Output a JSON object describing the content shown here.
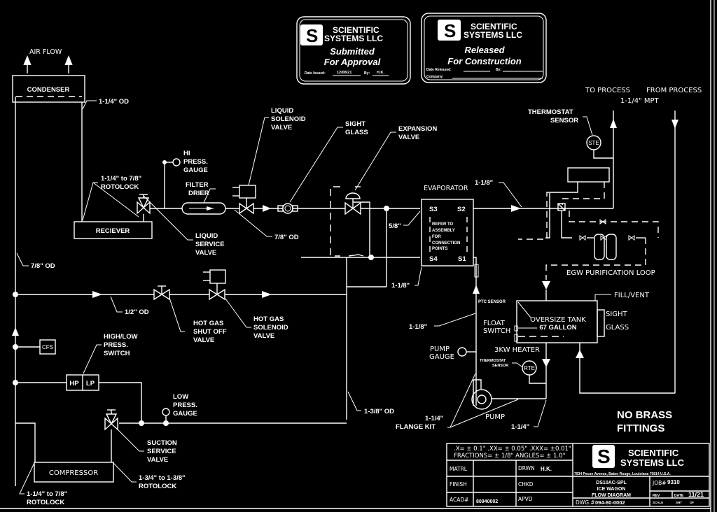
{
  "stamps": {
    "submitted": {
      "company_line1": "SCIENTIFIC",
      "company_line2": "SYSTEMS LLC",
      "status_line1": "Submitted",
      "status_line2": "For Approval",
      "date_label": "Date Issued:",
      "date_value": "12/08/21",
      "by_label": "By:",
      "by_value": "H.K."
    },
    "released": {
      "company_line1": "SCIENTIFIC",
      "company_line2": "SYSTEMS LLC",
      "status_line1": "Released",
      "status_line2": "For Construction",
      "date_label": "Date Released:",
      "by_label": "By:",
      "company_label": "Company:"
    }
  },
  "labels": {
    "air_flow": "AIR FLOW",
    "condenser": "CONDENSER",
    "od_114": "1-1/4\" OD",
    "rotolock_top_1": "1-1/4\" to 7/8\"",
    "rotolock_top_2": "ROTOLOCK",
    "receiver": "RECIEVER",
    "hi_press_1": "HI",
    "hi_press_2": "PRESS.",
    "hi_press_3": "GAUGE",
    "filter_1": "FILTER",
    "filter_2": "DRIER",
    "liquid_service_1": "LIQUID",
    "liquid_service_2": "SERVICE",
    "liquid_service_3": "VALVE",
    "liquid_sol_1": "LIQUID",
    "liquid_sol_2": "SOLENOID",
    "liquid_sol_3": "VALVE",
    "od_78": "7/8\" OD",
    "sight_1": "SIGHT",
    "sight_2": "GLASS",
    "exp_1": "EXPANSION",
    "exp_2": "VALVE",
    "evaporator": "EVAPORATOR",
    "s1": "S1",
    "s2": "S2",
    "s3": "S3",
    "s4": "S4",
    "refer_1": "REFER TO",
    "refer_2": "ASSEMBLY",
    "refer_3": "FOR",
    "refer_4": "CONNECTION",
    "refer_5": "POINTS",
    "size_58": "5/8\"",
    "size_118a": "1-1/8\"",
    "size_118b": "1-1/8\"",
    "size_118c": "1-1/8\"",
    "od_78_left": "7/8\" OD",
    "od_12": "1/2\" OD",
    "hot_shut_1": "HOT GAS",
    "hot_shut_2": "SHUT OFF",
    "hot_shut_3": "VALVE",
    "hot_sol_1": "HOT GAS",
    "hot_sol_2": "SOLENOID",
    "hot_sol_3": "VALVE",
    "cfs": "CFS",
    "hl_1": "HIGH/LOW",
    "hl_2": "PRESS.",
    "hl_3": "SWITCH",
    "hp": "HP",
    "lp": "LP",
    "low_1": "LOW",
    "low_2": "PRESS.",
    "low_3": "GAUGE",
    "suction_1": "SUCTION",
    "suction_2": "SERVICE",
    "suction_3": "VALVE",
    "compressor": "COMPRESSOR",
    "rot_bl_1": "1-1/4\" to 7/8\"",
    "rot_bl_2": "ROTOLOCK",
    "rot_br_1": "1-3/4\" to 1-3/8\"",
    "rot_br_2": "ROTOLOCK",
    "od_138": "1-3/8\" OD",
    "flange_1": "1-1/4\"",
    "flange_2": "FLANGE KIT",
    "pump": "PUMP",
    "size_114": "1-1/4\"",
    "pump_gauge_1": "PUMP",
    "pump_gauge_2": "GAUGE",
    "ptc": "PTC SENSOR",
    "float_1": "FLOAT",
    "float_2": "SWITCH",
    "tank_1": "OVERSIZE TANK",
    "tank_2": "67 GALLON",
    "heater": "3KW HEATER",
    "therm2_1": "THERMOSTAT",
    "therm2_2": "SENSOR",
    "rte": "RTE",
    "fill_vent": "FILL/VENT",
    "sight2_1": "SIGHT",
    "sight2_2": "GLASS",
    "to_process": "TO PROCESS",
    "from_process": "FROM PROCESS",
    "mpt": "1-1/4\" MPT",
    "therm1_1": "THERMOSTAT",
    "therm1_2": "SENSOR",
    "ste": "STE",
    "egw": "EGW PURIFICATION LOOP",
    "no_brass_1": "NO BRASS",
    "no_brass_2": "FITTINGS"
  },
  "title_block": {
    "tol_line1": ".X= ± 0.1\"  .XX= ± 0.05\"  .XXX= ±0.01\"",
    "tol_line2": "FRACTIONS= ± 1/8\"   ANGLES= ± 1.0°",
    "matrl_label": "MATRL",
    "finish_label": "FINISH",
    "acad_label": "ACAD#",
    "acad_value": "80940002",
    "drwn_label": "DRWN",
    "drwn_value": "H.K.",
    "chkd_label": "CHKD",
    "apvd_label": "APVD",
    "company_line1": "SCIENTIFIC",
    "company_line2": "SYSTEMS LLC",
    "address": "7934 Pecue Avenue, Baton Rouge, Louisiana 70814 U.S.A.",
    "desc_line1": "DS10AC-SPL",
    "desc_line2": "ICE WAGON",
    "desc_line3": "FLOW DIAGRAM",
    "job_label": "JOB#",
    "job_value": "9310",
    "rev_label": "REV",
    "date_label": "DATE",
    "date_value": "11/21",
    "dwg_label": "DWG.#",
    "dwg_value": "094-80-0002",
    "scale_label": "SCALE",
    "sht_label": "SHT",
    "of_label": "OF"
  }
}
